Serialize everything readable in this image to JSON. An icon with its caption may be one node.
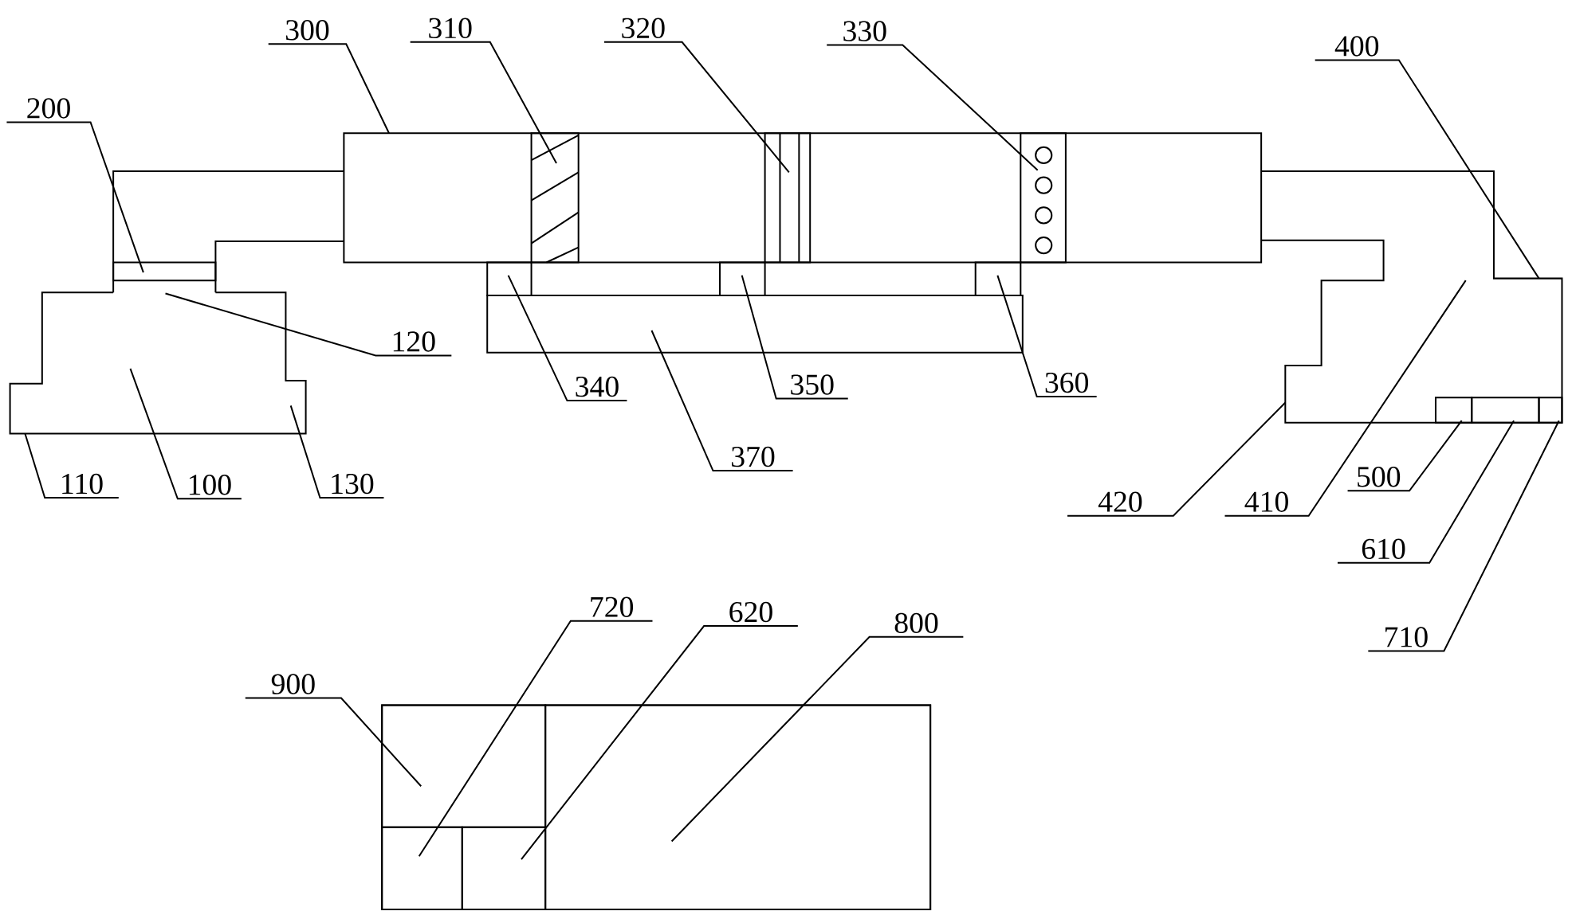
{
  "diagram": {
    "nodes": [
      {
        "text": [
          "300"
        ]
      },
      {
        "text": [
          "310"
        ]
      },
      {
        "text": [
          "320"
        ]
      },
      {
        "text": [
          "330"
        ]
      },
      {
        "text": [
          "400"
        ]
      },
      {
        "text": [
          "200"
        ]
      },
      {
        "text": [
          "120"
        ]
      },
      {
        "text": [
          "340"
        ]
      },
      {
        "text": [
          "350"
        ]
      },
      {
        "text": [
          "360"
        ]
      },
      {
        "text": [
          "370"
        ]
      },
      {
        "text": [
          "110"
        ]
      },
      {
        "text": [
          "100"
        ]
      },
      {
        "text": [
          "130"
        ]
      },
      {
        "text": [
          "420"
        ]
      },
      {
        "text": [
          "410"
        ]
      },
      {
        "text": [
          "500"
        ]
      },
      {
        "text": [
          "610"
        ]
      },
      {
        "text": [
          "720"
        ]
      },
      {
        "text": [
          "620"
        ]
      },
      {
        "text": [
          "800"
        ]
      },
      {
        "text": [
          "710"
        ]
      },
      {
        "text": [
          "900"
        ]
      },
      {
        "text": [],
        "shape": "box"
      },
      {
        "text": [],
        "shape": "box"
      },
      {
        "text": [],
        "shape": "box"
      },
      {
        "text": [],
        "shape": "box",
        "in": 25
      },
      {
        "text": [],
        "shape": "box",
        "in": 25
      },
      {
        "text": [],
        "shape": "box",
        "in": 25
      },
      {
        "text": [],
        "shape": "box"
      },
      {
        "text": [],
        "shape": "box"
      },
      {
        "text": [],
        "shape": "box"
      },
      {
        "text": [],
        "shape": "box"
      },
      {
        "text": [],
        "shape": "box"
      },
      {
        "text": [],
        "shape": "box",
        "in": 33
      },
      {
        "text": [],
        "shape": "box",
        "in": 33
      },
      {
        "text": [],
        "shape": "box",
        "in": 33
      },
      {
        "text": [],
        "shape": "box"
      },
      {
        "text": [],
        "shape": "box",
        "in": 37
      },
      {
        "text": [],
        "shape": "box",
        "in": 37
      },
      {
        "text": [],
        "shape": "box",
        "in": 37
      },
      {
        "text": [],
        "shape": "box",
        "in": 37
      }
    ],
    "edges": [
      {
        "from": 0,
        "to": 25,
        "arrow": "none"
      },
      {
        "from": 1,
        "to": 26,
        "arrow": "none"
      },
      {
        "from": 2,
        "to": 27,
        "arrow": "none"
      },
      {
        "from": 3,
        "to": 28,
        "arrow": "none"
      },
      {
        "from": 4,
        "to": 33,
        "arrow": "none"
      },
      {
        "from": 5,
        "to": 24,
        "arrow": "none"
      },
      {
        "from": 6,
        "to": 23,
        "arrow": "none"
      },
      {
        "from": 7,
        "to": 29,
        "arrow": "none"
      },
      {
        "from": 8,
        "to": 30,
        "arrow": "none"
      },
      {
        "from": 9,
        "to": 31,
        "arrow": "none"
      },
      {
        "from": 10,
        "to": 32,
        "arrow": "none"
      },
      {
        "from": 11,
        "to": 23,
        "arrow": "none"
      },
      {
        "from": 12,
        "to": 23,
        "arrow": "none"
      },
      {
        "from": 13,
        "to": 23,
        "arrow": "none"
      },
      {
        "from": 14,
        "to": 33,
        "arrow": "none"
      },
      {
        "from": 15,
        "to": 33,
        "arrow": "none"
      },
      {
        "from": 16,
        "to": 34,
        "arrow": "none"
      },
      {
        "from": 17,
        "to": 35,
        "arrow": "none"
      },
      {
        "from": 18,
        "to": 39,
        "arrow": "none"
      },
      {
        "from": 19,
        "to": 40,
        "arrow": "none"
      },
      {
        "from": 20,
        "to": 41,
        "arrow": "none"
      },
      {
        "from": 21,
        "to": 36,
        "arrow": "none"
      },
      {
        "from": 22,
        "to": 38,
        "arrow": "none"
      }
    ]
  }
}
